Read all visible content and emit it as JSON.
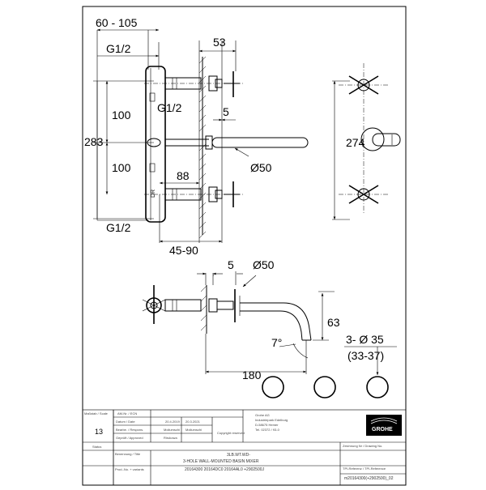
{
  "drawing": {
    "dims": {
      "d60_105": "60 - 105",
      "g12_top": "G1/2",
      "d53": "53",
      "g12_mid": "G1/2",
      "d5_top": "5",
      "d100_a": "100",
      "d283": "283",
      "d274": "274",
      "d100_b": "100",
      "d88": "88",
      "d50_top": "Ø50",
      "g12_bot": "G1/2",
      "d45_90": "45-90",
      "d5_side": "5",
      "d50_side": "Ø50",
      "d63": "63",
      "d7deg": "7°",
      "d3x35": "3- Ø 35",
      "d33_37": "(33-37)",
      "d180": "180"
    },
    "body_marks": {
      "dr": "DR"
    }
  },
  "title_block": {
    "scale_label": "Maßstab / Scale",
    "am_nr_label": "AM-Nr. / ECN",
    "scale_value": "13",
    "datum_label": "Datum / Date",
    "bearb_label": "Bearbe. / Respons.",
    "gepruft_label": "Geprüft / Approved",
    "date1": "20.4.2019",
    "date2": "20.3.2021",
    "name1": "Mollumschi",
    "name2": "Mollumschi",
    "name3": "Rirukowa",
    "copyright": "Copyright reserved",
    "company_1": "Grohe AG",
    "company_2": "Industriepark Edelburg",
    "company_3": "D-58675 Hemer",
    "company_4": "Tel. 02372 / 93-0",
    "logo_text": "GROHE",
    "status_label": "Status",
    "benennung_label": "Benennung / Title",
    "title_1": "3LB.WT.WD-",
    "title_2": "3-HOLE WALL-MOUNTED BASIN MIXER",
    "prod_label": "Prod.-No. + variants",
    "prod_value": "20164300 20164DC0 20164AL0 +2902500J",
    "zeichnung_label": "Zeichnung Nr / Drawing No.",
    "tpi_label": "TPI-Referenz / TPI-Reference",
    "drawing_no": "m20164300(+2902500)_02"
  }
}
